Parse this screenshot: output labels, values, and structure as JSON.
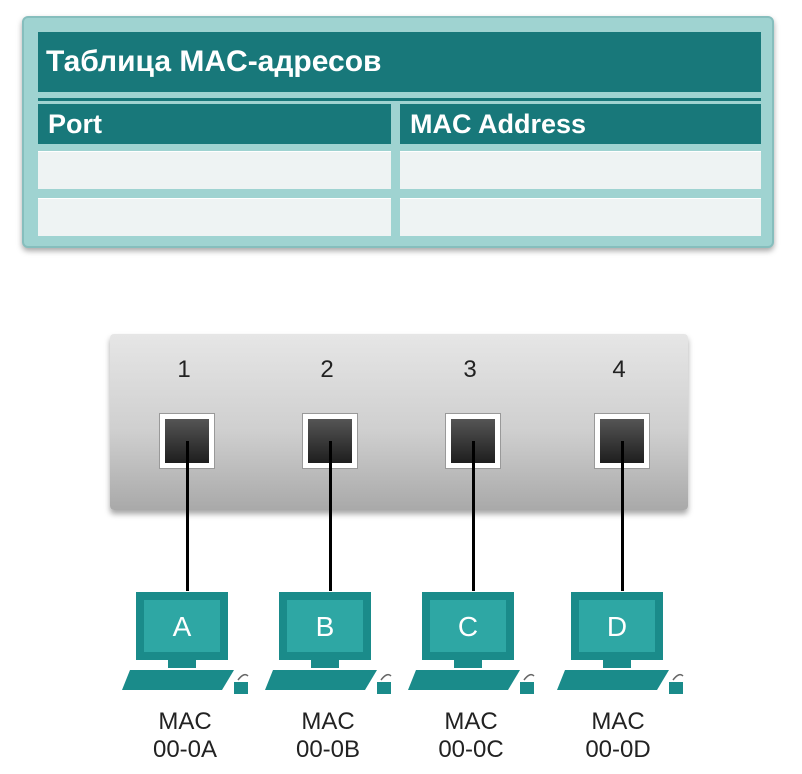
{
  "mac_table": {
    "title": "Таблица MAC-адресов",
    "columns": [
      "Port",
      "MAC Address"
    ],
    "rows": [
      {
        "port": "",
        "mac": ""
      },
      {
        "port": "",
        "mac": ""
      }
    ]
  },
  "switch": {
    "ports": [
      "1",
      "2",
      "3",
      "4"
    ]
  },
  "hosts": [
    {
      "label": "A",
      "mac_caption": "MAC",
      "mac": "00-0A"
    },
    {
      "label": "B",
      "mac_caption": "MAC",
      "mac": "00-0B"
    },
    {
      "label": "C",
      "mac_caption": "MAC",
      "mac": "00-0C"
    },
    {
      "label": "D",
      "mac_caption": "MAC",
      "mac": "00-0D"
    }
  ],
  "colors": {
    "teal_dark": "#18787a",
    "teal_light": "#9fd3d1",
    "computer": "#1a8b8a"
  }
}
